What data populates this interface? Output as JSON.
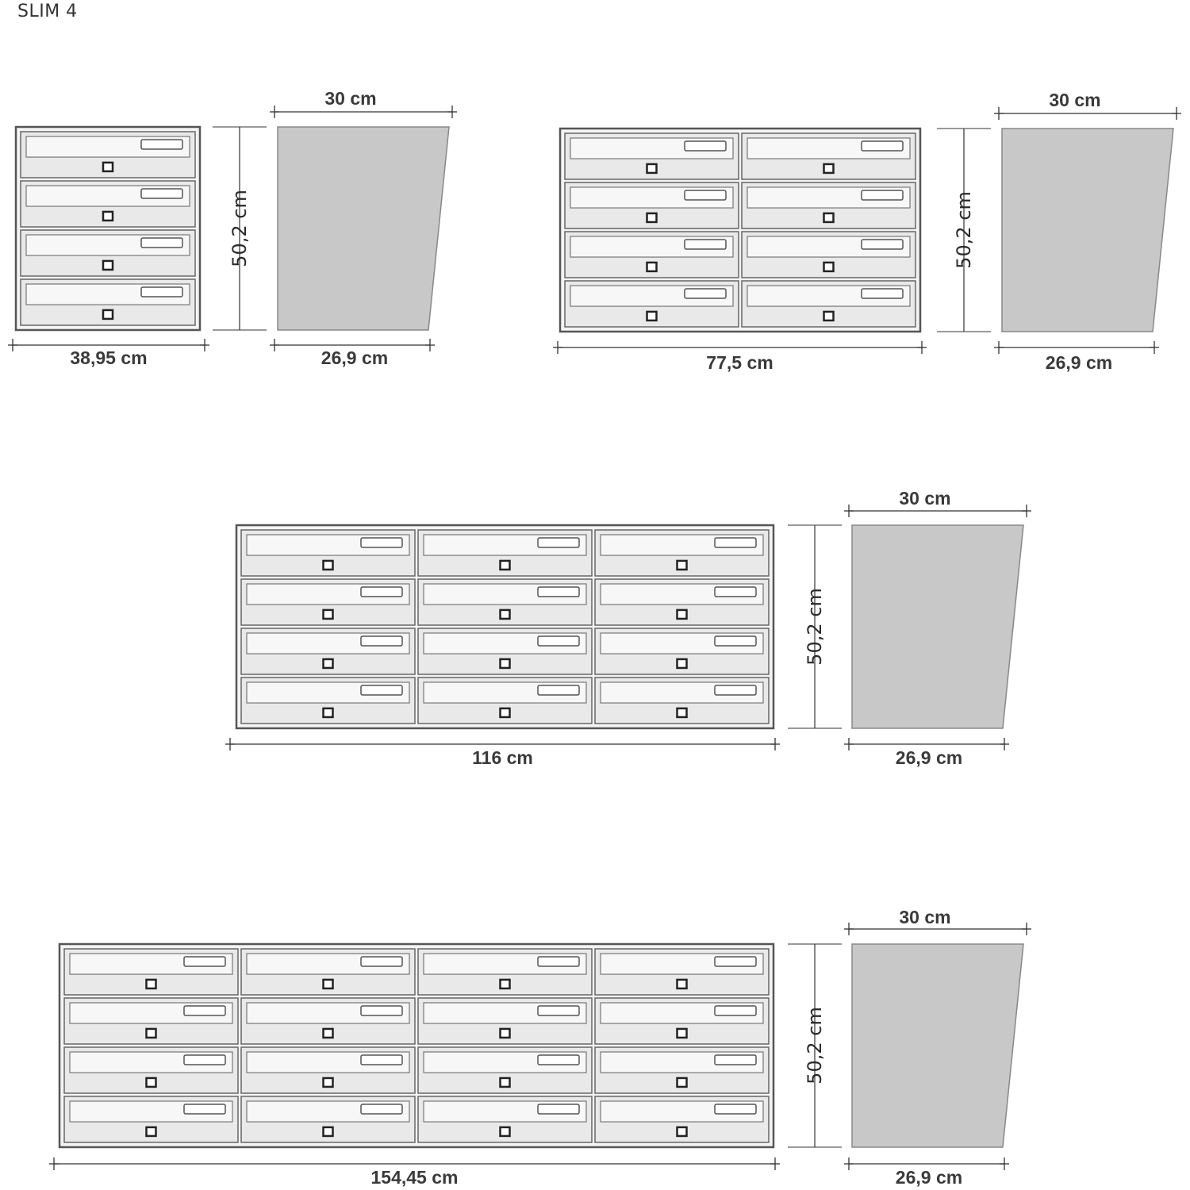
{
  "title": "SLIM 4",
  "colors": {
    "side_fill": "#c8c8c8",
    "frame": "#555555",
    "door": "#e9e9e9",
    "line": "#333333"
  },
  "models": [
    {
      "columns": 1,
      "rows": 4,
      "width_label": "38,95 cm",
      "height_label": "50,2 cm",
      "depth_top_label": "30 cm",
      "depth_bottom_label": "26,9 cm"
    },
    {
      "columns": 2,
      "rows": 4,
      "width_label": "77,5 cm",
      "height_label": "50,2 cm",
      "depth_top_label": "30 cm",
      "depth_bottom_label": "26,9 cm"
    },
    {
      "columns": 3,
      "rows": 4,
      "width_label": "116 cm",
      "height_label": "50,2 cm",
      "depth_top_label": "30 cm",
      "depth_bottom_label": "26,9 cm"
    },
    {
      "columns": 4,
      "rows": 4,
      "width_label": "154,45 cm",
      "height_label": "50,2 cm",
      "depth_top_label": "30 cm",
      "depth_bottom_label": "26,9 cm"
    }
  ]
}
